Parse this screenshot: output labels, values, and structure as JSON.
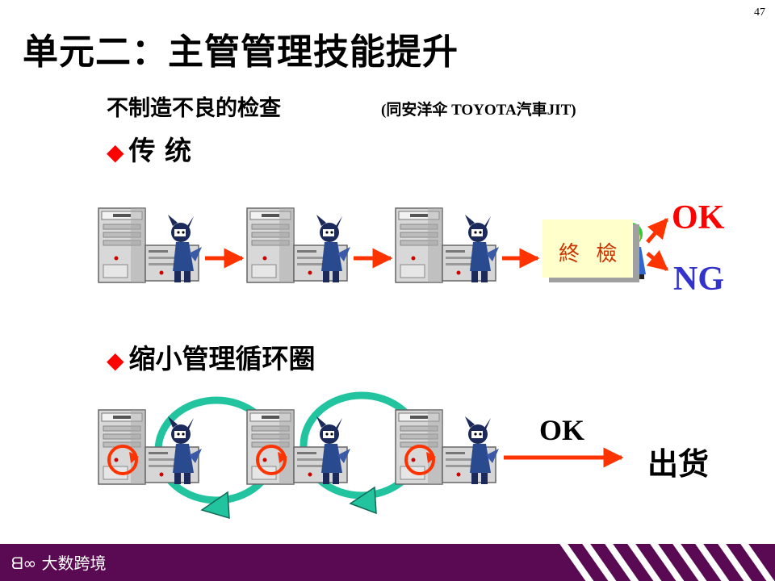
{
  "page_number": "47",
  "title": "单元二：主管管理技能提升",
  "subtitle": "不制造不良的检查",
  "subtitle_note": "(同安洋伞  TOYOTA汽車JIT)",
  "section_traditional": {
    "bullet": "◆",
    "label": "传 统"
  },
  "section_shrink": {
    "bullet": "◆",
    "label": "缩小管理循环圈"
  },
  "inspection_label": "終 檢",
  "ok_label": "OK",
  "ng_label": "NG",
  "ok_label_2": "OK",
  "ship_label": "出货",
  "footer_brand": "大数跨境",
  "colors": {
    "accent_red": "#ff0000",
    "arrow_red": "#ff3300",
    "ng_blue": "#3333cc",
    "loop_green": "#22c4a0",
    "footer": "#5a0a52"
  },
  "icons": [
    "computer-tower-icon",
    "devil-worker-icon",
    "green-hair-inspector-icon",
    "orange-cycle-icon"
  ]
}
